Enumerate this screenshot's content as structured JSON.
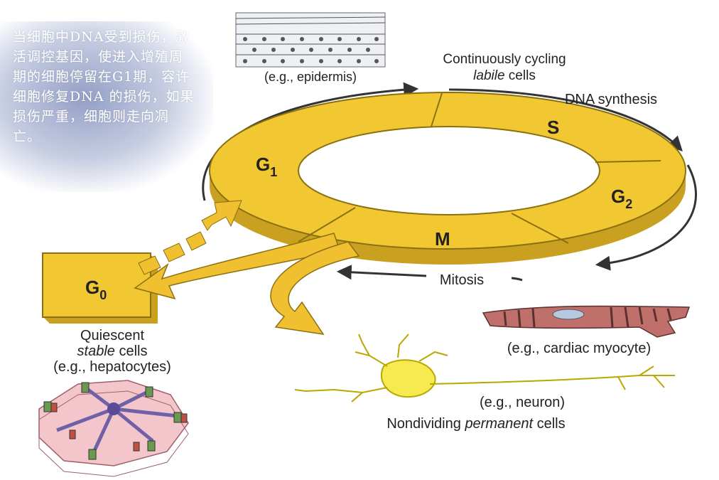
{
  "overlay_text": "当细胞中DNA受到损伤，激活调控基因，使进入增殖周期的细胞停留在G1期，容许细胞修复DNA 的损伤，如果损伤严重，细胞则走向凋亡。",
  "phases": {
    "g1": "G",
    "g1_sub": "1",
    "s": "S",
    "g2": "G",
    "g2_sub": "2",
    "m": "M",
    "g0": "G",
    "g0_sub": "0"
  },
  "labels": {
    "epidermis": "(e.g., epidermis)",
    "labile_line1": "Continuously cycling",
    "labile_italic": "labile",
    "labile_rest": " cells",
    "dna_synthesis": "DNA synthesis",
    "mitosis": "Mitosis",
    "quiescent": "Quiescent",
    "stable_italic": "stable",
    "stable_rest": " cells",
    "hepatocytes": "(e.g., hepatocytes)",
    "cardiac": "(e.g., cardiac myocyte)",
    "neuron": "(e.g., neuron)",
    "nondividing_pre": "Nondividing ",
    "permanent_italic": "permanent",
    "nondividing_post": " cells"
  },
  "colors": {
    "ring": "#f2c832",
    "ring_shadow": "#c9a020",
    "arrow": "#f0c030",
    "text": "#222222"
  }
}
